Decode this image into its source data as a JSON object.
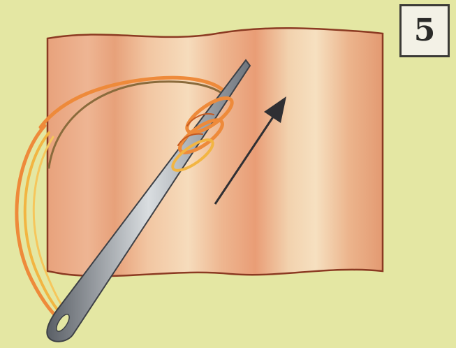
{
  "step": {
    "number": "5"
  },
  "colors": {
    "background": "#e4e7a3",
    "fabric_light": "#f3d6b4",
    "fabric_mid": "#eeb58e",
    "fabric_shadow": "#e49a72",
    "thread_orange": "#ee8a3a",
    "thread_yellow": "#f2b542",
    "needle": "#9aa0a6",
    "arrow": "#2f2f33",
    "badge_fill": "#f3f1e6",
    "badge_border": "#3b3a36"
  },
  "icons": {
    "needle": "sewing-needle-icon",
    "arrow": "direction-arrow-icon",
    "fabric": "fabric-swatch",
    "thread": "thread-strands"
  }
}
